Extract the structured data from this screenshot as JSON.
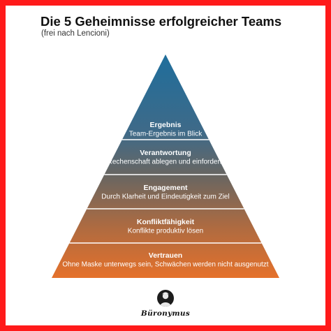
{
  "title": "Die 5 Geheimnisse erfolgreicher Teams",
  "subtitle": "(frei nach Lencioni)",
  "pyramid": {
    "levels": [
      {
        "title": "Ergebnis",
        "description": "Team-Ergebnis im Blick",
        "color": "#2c6e96"
      },
      {
        "title": "Verantwortung",
        "description": "Rechenschaft ablegen und einfordern",
        "color": "#4a6178"
      },
      {
        "title": "Engagement",
        "description": "Durch Klarheit und Eindeutigkeit zum Ziel",
        "color": "#7a6556"
      },
      {
        "title": "Konfliktfähigkeit",
        "description": "Konflikte produktiv lösen",
        "color": "#b46a3e"
      },
      {
        "title": "Vertrauen",
        "description": "Ohne Maske unterwegs sein, Schwächen werden nicht ausgenutzt",
        "color": "#e0712e"
      }
    ]
  },
  "logo": {
    "name": "Büronymus",
    "icon": "portrait-icon"
  },
  "colors": {
    "frame": "#ff1a1a",
    "separator": "#ffffff"
  }
}
